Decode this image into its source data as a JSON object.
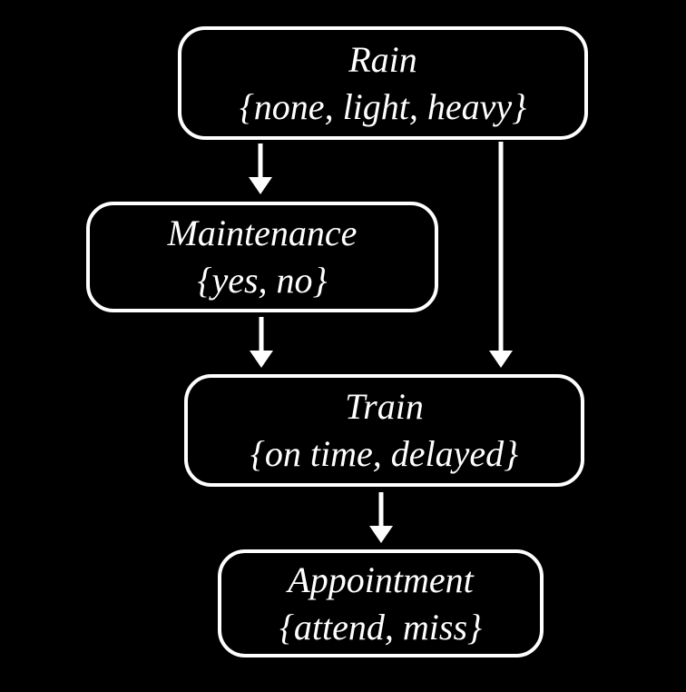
{
  "diagram": {
    "title": "bayesian-network",
    "background_color": "#000000",
    "node_border_color": "#ffffff",
    "text_color": "#ffffff",
    "arrow_color": "#ffffff"
  },
  "nodes": [
    {
      "id": "rain",
      "label": "Rain",
      "values": "{none, light, heavy}"
    },
    {
      "id": "maintenance",
      "label": "Maintenance",
      "values": "{yes, no}"
    },
    {
      "id": "train",
      "label": "Train",
      "values": "{on time, delayed}"
    },
    {
      "id": "appointment",
      "label": "Appointment",
      "values": "{attend, miss}"
    }
  ],
  "edges": [
    {
      "from": "rain",
      "to": "maintenance"
    },
    {
      "from": "rain",
      "to": "train"
    },
    {
      "from": "maintenance",
      "to": "train"
    },
    {
      "from": "train",
      "to": "appointment"
    }
  ]
}
